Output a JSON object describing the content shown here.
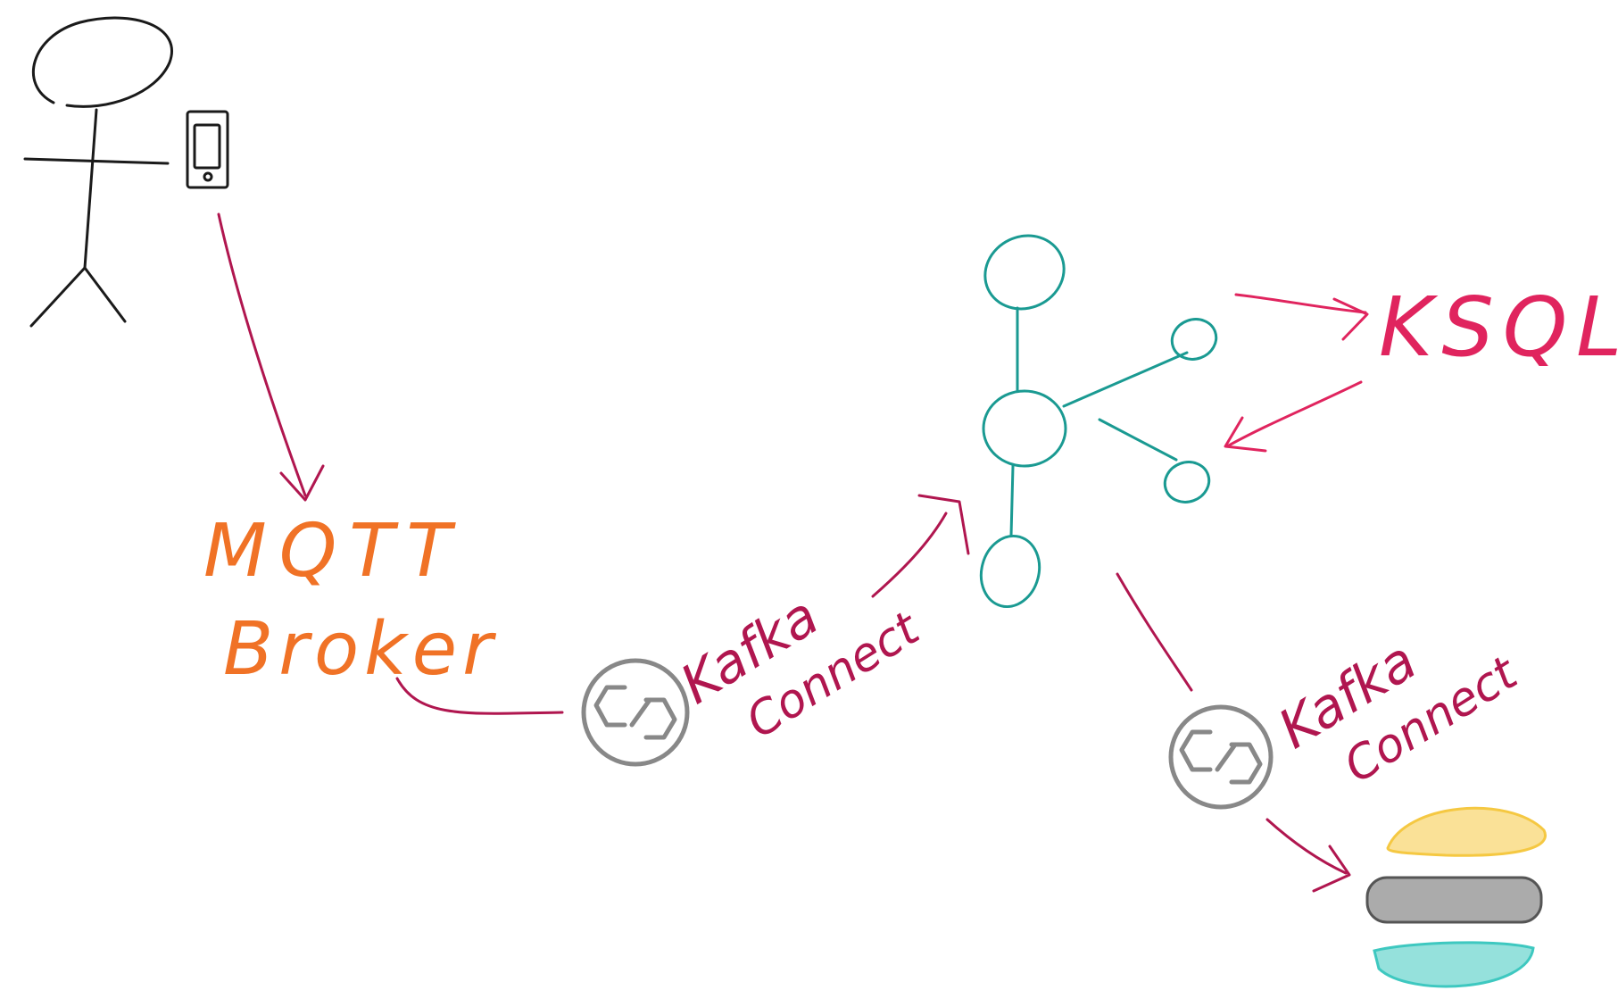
{
  "colors": {
    "ink": "#1a1a1a",
    "arrow": "#b0164f",
    "mqtt": "#f07226",
    "kafka": "#1a9a92",
    "ksql": "#e0245e",
    "connect_icon": "#888888",
    "connect_label": "#b0164f",
    "db_top": "#f5c842",
    "db_mid": "#666666",
    "db_bottom": "#3ec8c0"
  },
  "labels": {
    "mqtt_line1": "MQTT",
    "mqtt_line2": "Broker",
    "ksql": "KSQL",
    "connect_left_line1": "Kafka",
    "connect_left_line2": "Connect",
    "connect_right_line1": "Kafka",
    "connect_right_line2": "Connect"
  },
  "icons": {
    "person": "stick-figure-icon",
    "phone": "smartphone-icon",
    "connector": "kafka-connect-icon",
    "cluster": "kafka-cluster-icon",
    "database": "database-stack-icon"
  }
}
